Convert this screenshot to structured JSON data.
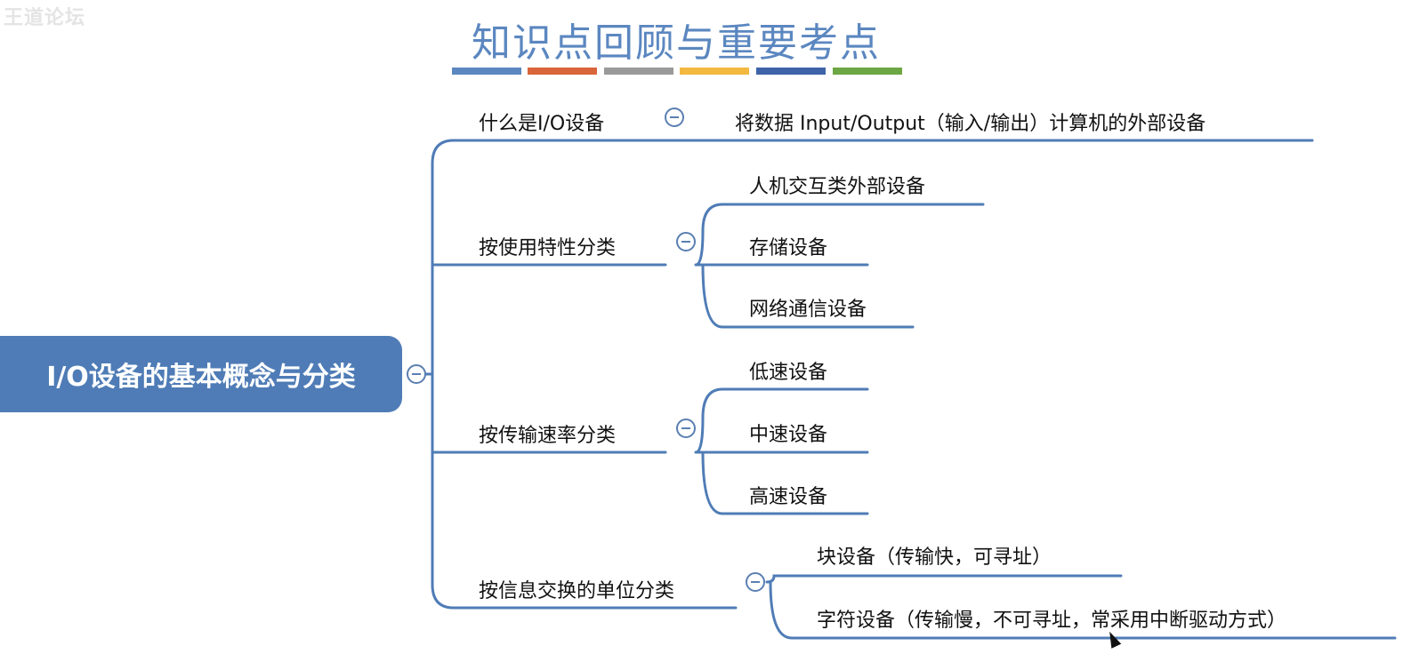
{
  "watermark": "王道论坛",
  "title": "知识点回顾与重要考点",
  "title_bar_colors": [
    "#5b87c0",
    "#d9653a",
    "#9a9a9a",
    "#f2b840",
    "#3e63a8",
    "#6ca744"
  ],
  "line_color": "#4f7cb6",
  "root": {
    "label": "I/O设备的基本概念与分类"
  },
  "branches": [
    {
      "label": "什么是I/O设备",
      "children": [
        "将数据 Input/Output（输入/输出）计算机的外部设备"
      ]
    },
    {
      "label": "按使用特性分类",
      "children": [
        "人机交互类外部设备",
        "存储设备",
        "网络通信设备"
      ]
    },
    {
      "label": "按传输速率分类",
      "children": [
        "低速设备",
        "中速设备",
        "高速设备"
      ]
    },
    {
      "label": "按信息交换的单位分类",
      "children": [
        "块设备（传输快，可寻址）",
        "字符设备（传输慢，不可寻址，常采用中断驱动方式）"
      ]
    }
  ]
}
